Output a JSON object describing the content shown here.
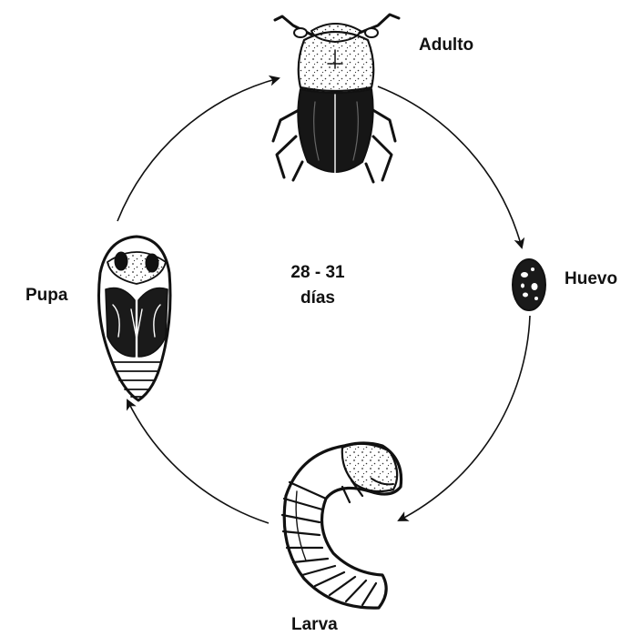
{
  "diagram": {
    "stages": {
      "adult": "Adulto",
      "egg": "Huevo",
      "larva": "Larva",
      "pupa": "Pupa"
    },
    "duration": {
      "range": "28 - 31",
      "unit": "días"
    }
  },
  "colors": {
    "ink": "#111111",
    "background": "#ffffff"
  }
}
